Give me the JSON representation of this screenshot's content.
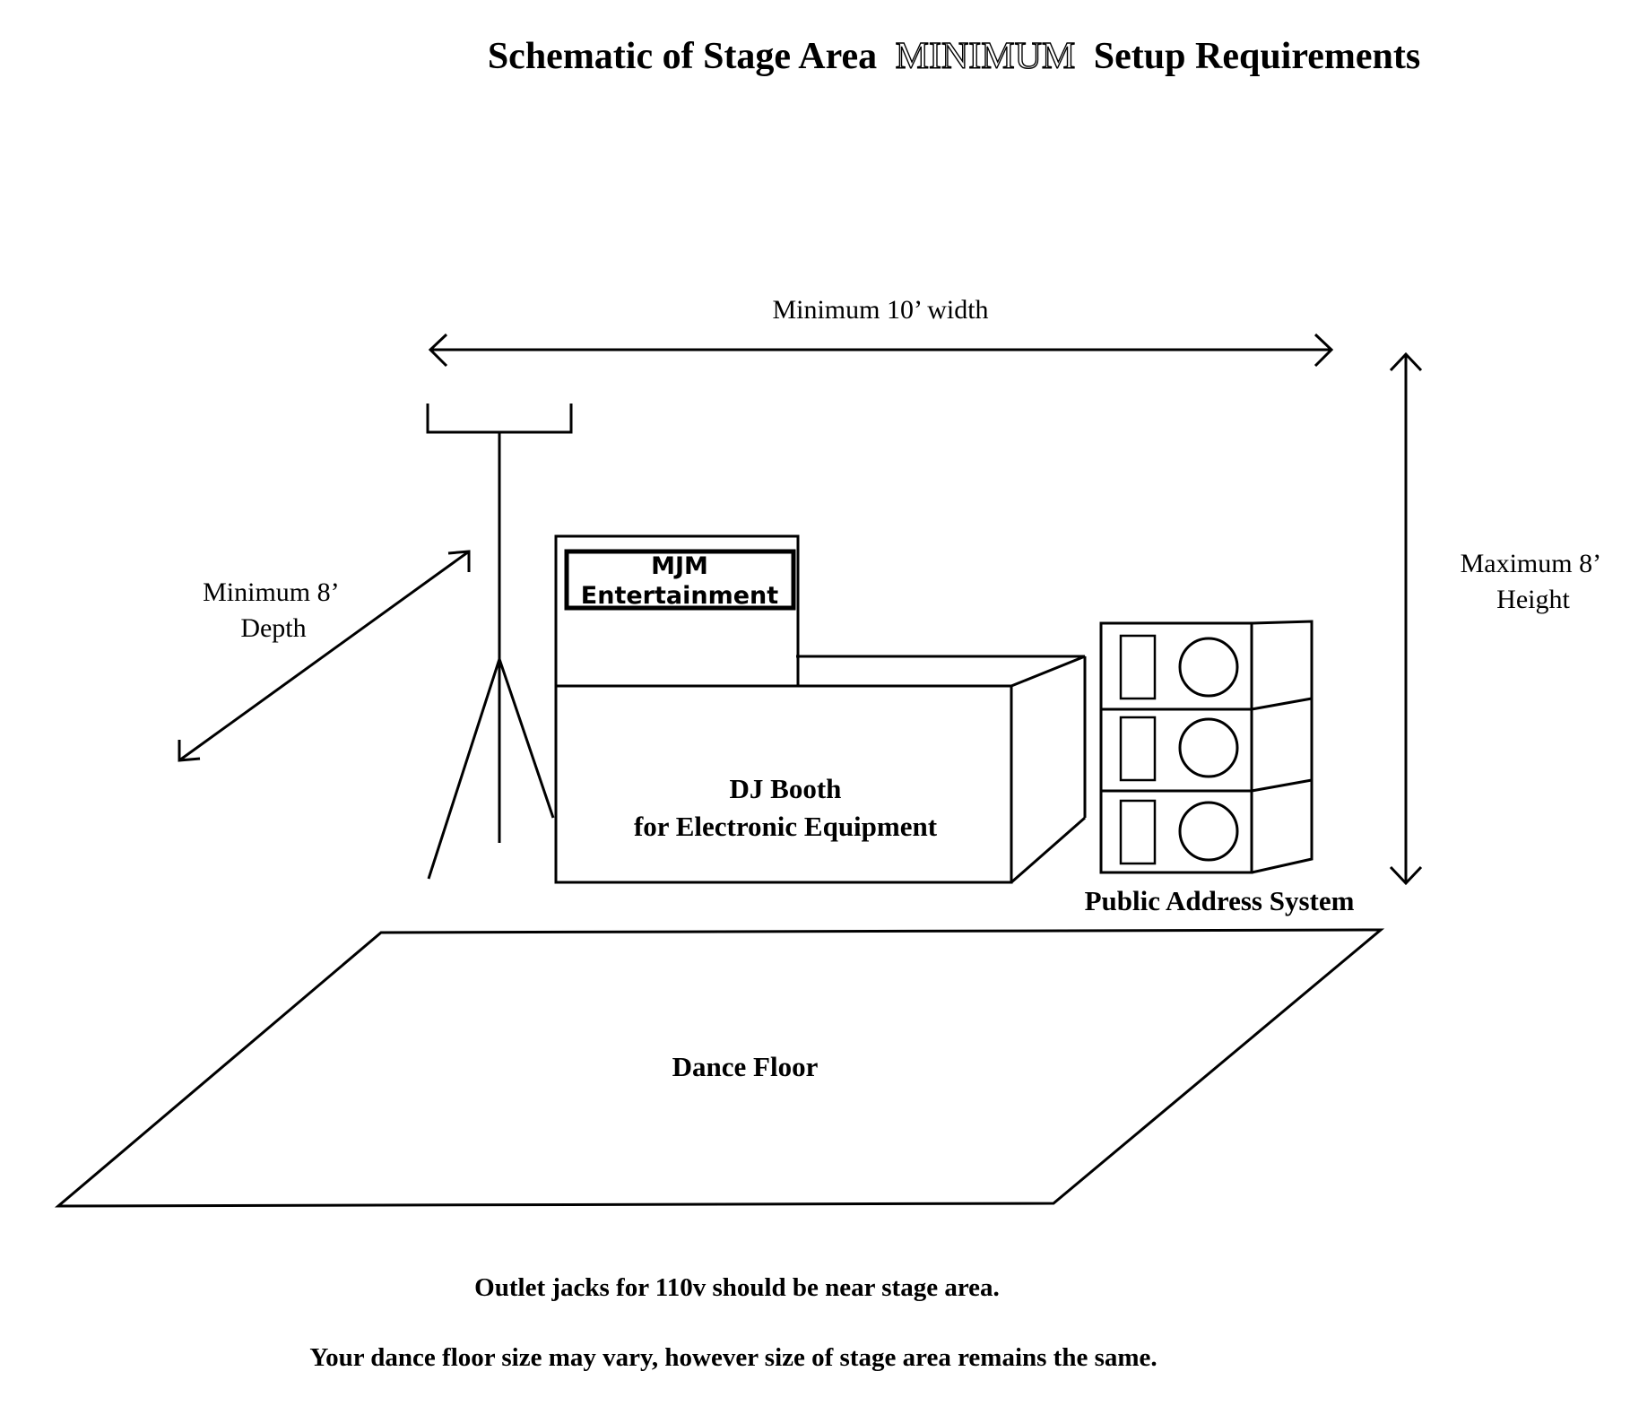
{
  "title": {
    "before": "Schematic of Stage Area",
    "emphasis": "MINIMUM",
    "after": "Setup Requirements"
  },
  "dimensions": {
    "width_label": "Minimum 10’ width",
    "depth_line1": "Minimum 8’",
    "depth_line2": "Depth",
    "height_line1": "Maximum 8’",
    "height_line2": "Height"
  },
  "dj_booth": {
    "sign_line1": "MJM",
    "sign_line2": "Entertainment",
    "label_line1": "DJ Booth",
    "label_line2": "for Electronic Equipment"
  },
  "pa_system": {
    "label": "Public Address System",
    "speaker_count": 3
  },
  "dance_floor": {
    "label": "Dance Floor"
  },
  "notes": {
    "outlet": "Outlet jacks for 110v should be near stage area.",
    "floor_size": "Your dance floor size may vary, however size of stage area remains the same."
  }
}
